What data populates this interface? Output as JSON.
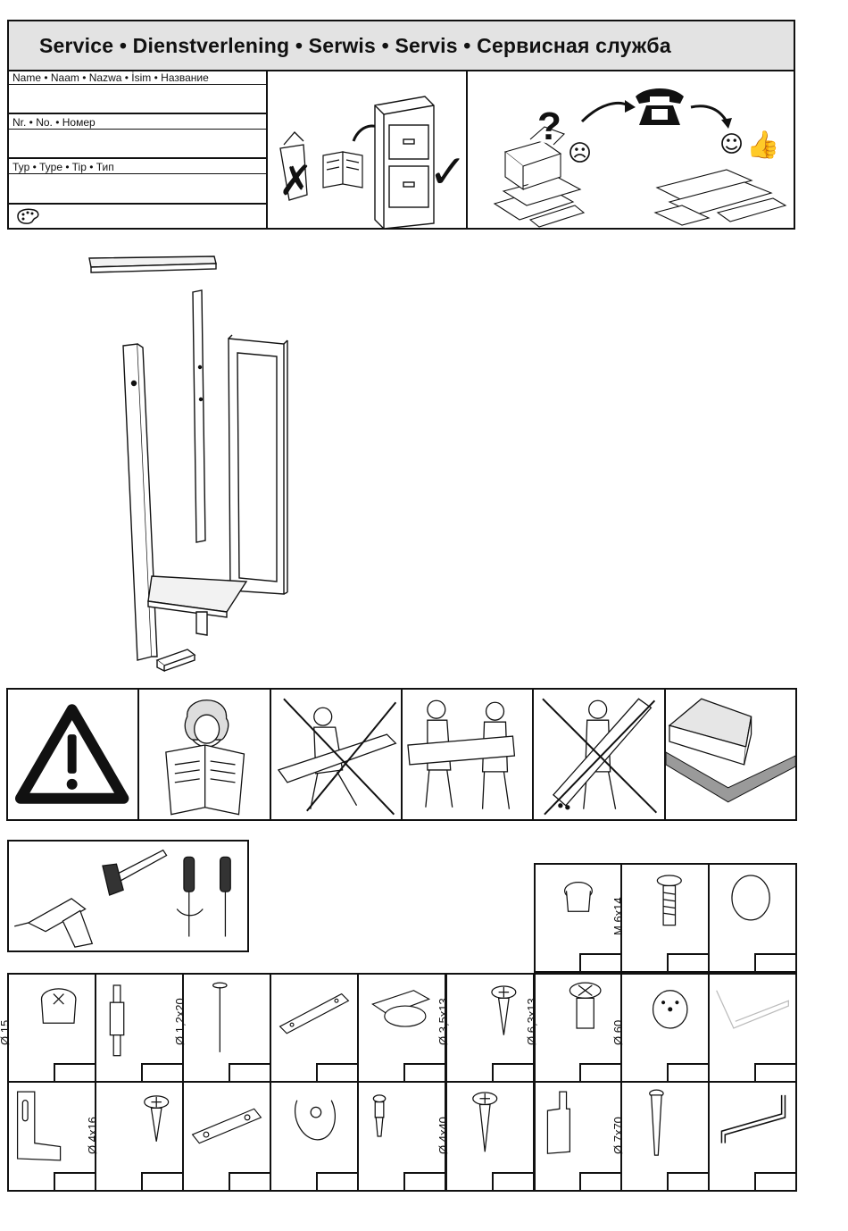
{
  "service": {
    "title": "Service • Dienstverlening • Serwis • Servis • Сервисная служба",
    "fields": [
      {
        "label": "Name • Naam • Nazwa • İsim • Название"
      },
      {
        "label": "Nr. • No. • Номер"
      },
      {
        "label": "Typ • Type • Tip • Тип"
      }
    ],
    "palette_icon": "palette-icon"
  },
  "hardware_row1": [
    {
      "label": ""
    },
    {
      "label": "M 6x14"
    },
    {
      "label": ""
    }
  ],
  "hardware_row2": [
    {
      "label": "Ø 15"
    },
    {
      "label": ""
    },
    {
      "label": "Ø 1,2x20"
    },
    {
      "label": ""
    },
    {
      "label": ""
    },
    {
      "label": "Ø 3,5x13"
    },
    {
      "label": "Ø 6,3x13"
    },
    {
      "label": "Ø 60"
    },
    {
      "label": ""
    }
  ],
  "hardware_row3": [
    {
      "label": ""
    },
    {
      "label": "Ø 4x16"
    },
    {
      "label": ""
    },
    {
      "label": ""
    },
    {
      "label": ""
    },
    {
      "label": "Ø 4x40"
    },
    {
      "label": ""
    },
    {
      "label": "Ø 7x70"
    },
    {
      "label": ""
    }
  ]
}
